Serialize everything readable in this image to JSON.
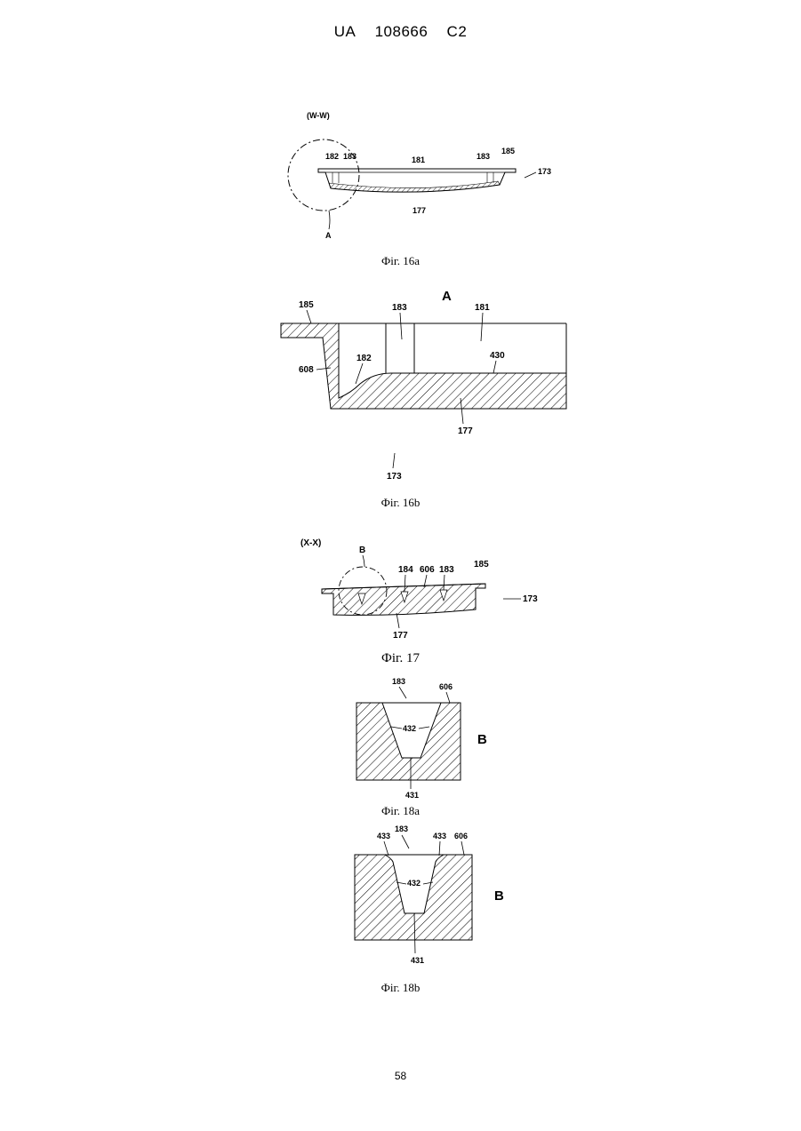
{
  "header": {
    "country": "UA",
    "number": "108666",
    "kind": "C2"
  },
  "page_number": "58",
  "figures": {
    "fig16a": {
      "caption": "Фіг. 16а",
      "section": "(W-W)",
      "detail": "A",
      "labels": {
        "l182": "182",
        "l183a": "183",
        "l181": "181",
        "l183b": "183",
        "l185": "185",
        "l173": "173",
        "l177": "177"
      }
    },
    "fig16b": {
      "caption": "Фіг. 16b",
      "title": "A",
      "labels": {
        "l185": "185",
        "l183": "183",
        "l181": "181",
        "l182": "182",
        "l608": "608",
        "l430": "430",
        "l177": "177",
        "l173": "173"
      }
    },
    "fig17": {
      "caption": "Фіг. 17",
      "section": "(X-X)",
      "detail": "B",
      "labels": {
        "l184": "184",
        "l606": "606",
        "l183": "183",
        "l185": "185",
        "l173": "173",
        "l177": "177"
      }
    },
    "fig18a": {
      "caption": "Фіг. 18а",
      "side": "B",
      "labels": {
        "l183": "183",
        "l606": "606",
        "l432": "432",
        "l431": "431"
      }
    },
    "fig18b": {
      "caption": "Фіг. 18b",
      "side": "B",
      "labels": {
        "l433a": "433",
        "l183": "183",
        "l433b": "433",
        "l606": "606",
        "l432": "432",
        "l431": "431"
      }
    }
  }
}
